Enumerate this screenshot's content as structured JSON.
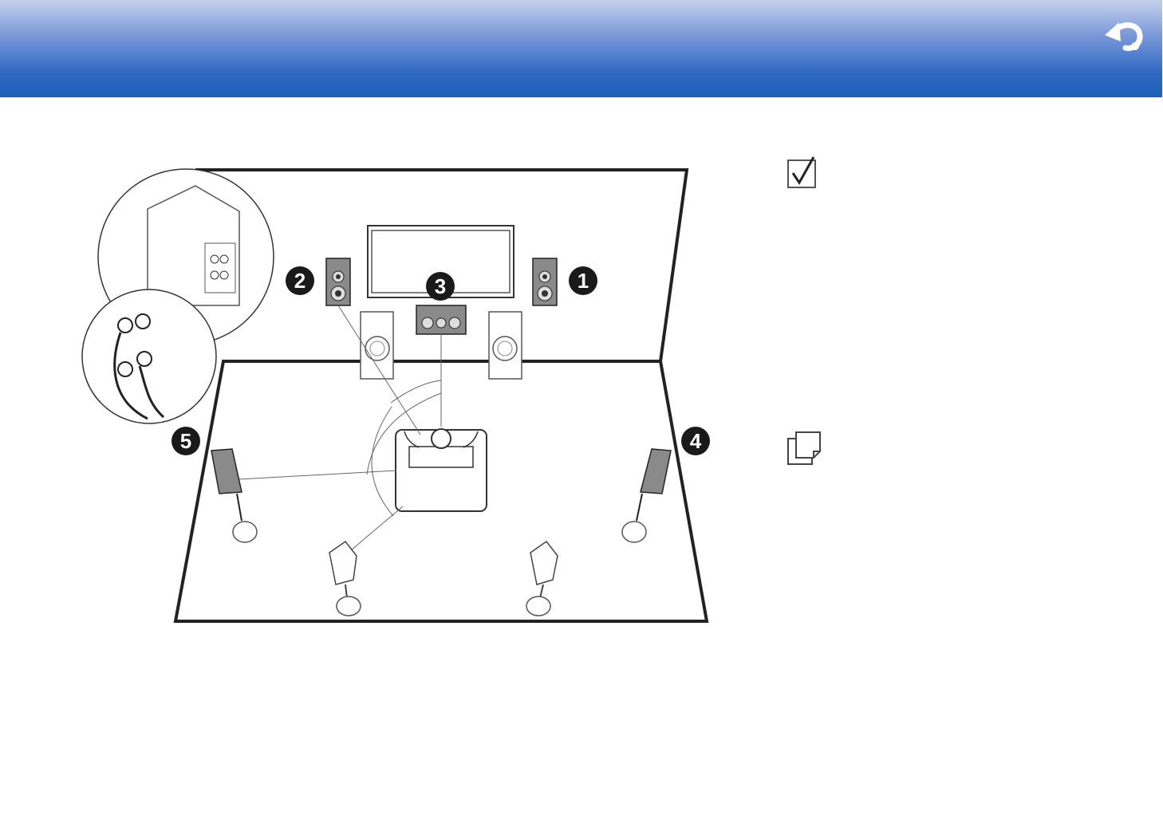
{
  "header": {
    "back_icon": "return-arrow-icon",
    "gradient_top": "#c5d2ee",
    "gradient_bottom": "#1f5fba"
  },
  "diagram": {
    "markers": [
      {
        "id": "front-right",
        "label": "1"
      },
      {
        "id": "front-left",
        "label": "2"
      },
      {
        "id": "center",
        "label": "3"
      },
      {
        "id": "surround-right",
        "label": "4"
      },
      {
        "id": "surround-left",
        "label": "5"
      }
    ]
  },
  "icons": {
    "tips": "checkbox-tip-icon",
    "note": "memo-note-icon"
  }
}
